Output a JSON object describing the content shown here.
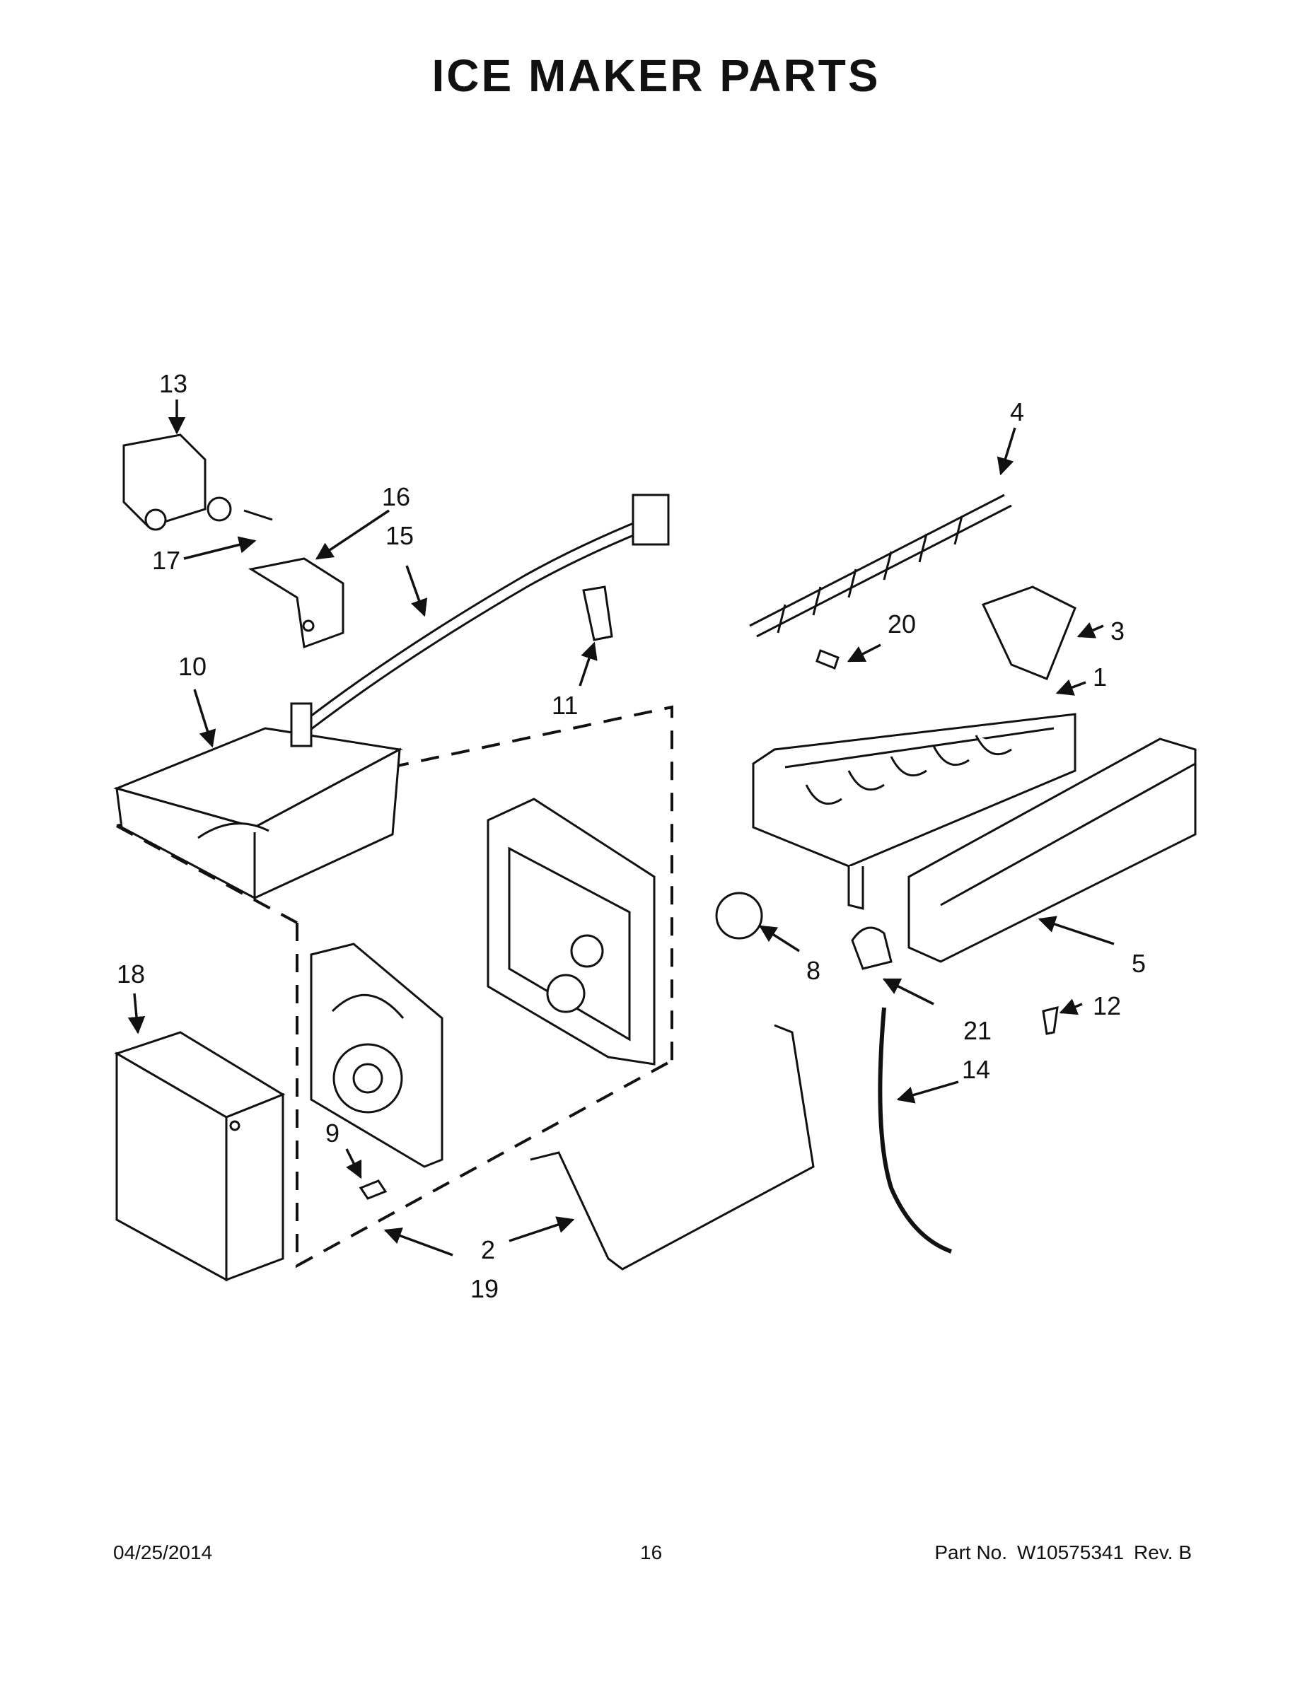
{
  "page": {
    "title": "ICE MAKER PARTS"
  },
  "callouts": [
    "1",
    "2",
    "3",
    "4",
    "5",
    "8",
    "9",
    "10",
    "11",
    "12",
    "13",
    "14",
    "15",
    "16",
    "17",
    "18",
    "19",
    "20",
    "21"
  ],
  "footer": {
    "date": "04/25/2014",
    "page_number": "16",
    "part_label": "Part No.",
    "part_number": "W10575341",
    "revision": "Rev.  B"
  }
}
